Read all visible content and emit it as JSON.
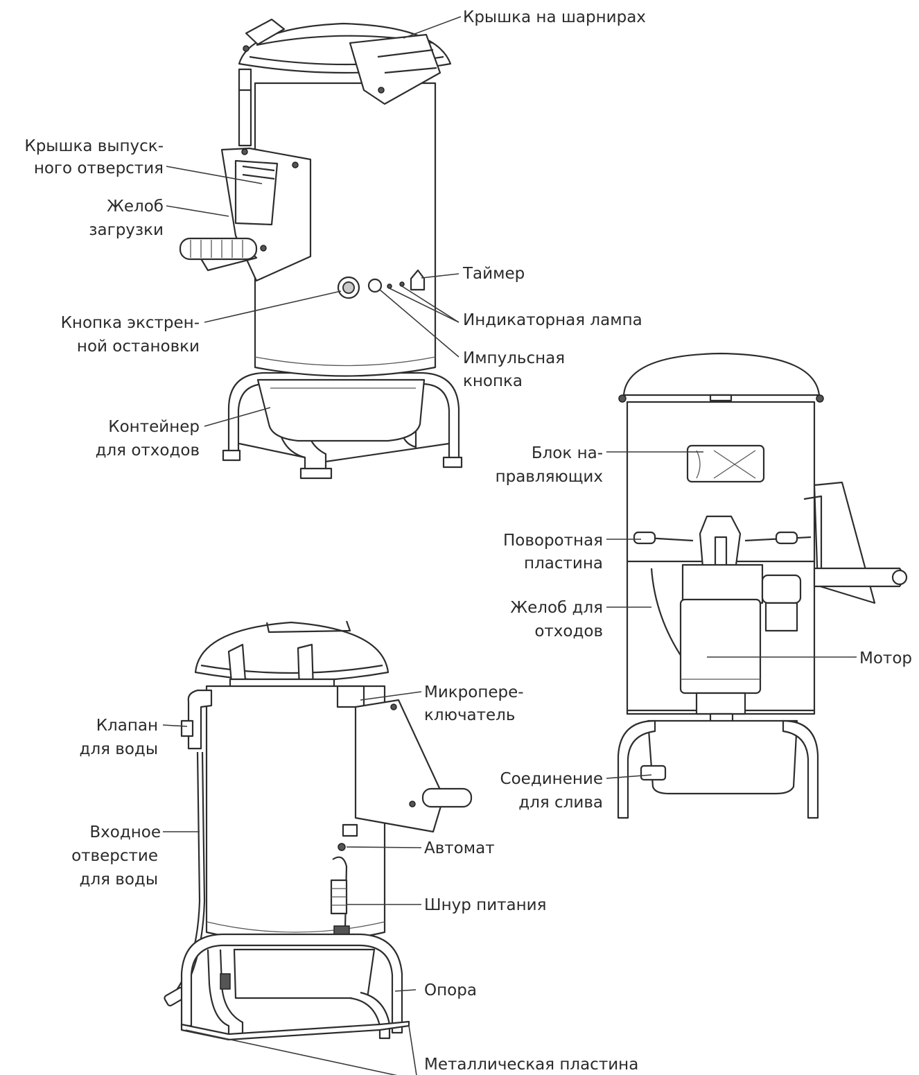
{
  "labels": {
    "hinged_lid": "Крышка на шарнирах",
    "outlet_cover_1": "Крышка выпуск-",
    "outlet_cover_2": "ного отверстия",
    "loading_chute_1": "Желоб",
    "loading_chute_2": "загрузки",
    "timer": "Таймер",
    "indicator_lamp": "Индикаторная лампа",
    "emergency_stop_1": "Кнопка экстрен-",
    "emergency_stop_2": "ной остановки",
    "pulse_button_1": "Импульсная",
    "pulse_button_2": "кнопка",
    "waste_container_1": "Контейнер",
    "waste_container_2": "для отходов",
    "guide_block_1": "Блок на-",
    "guide_block_2": "правляющих",
    "rotary_plate_1": "Поворотная",
    "rotary_plate_2": "пластина",
    "waste_chute_1": "Желоб для",
    "waste_chute_2": "отходов",
    "motor": "Мотор",
    "drain_connection_1": "Соединение",
    "drain_connection_2": "для слива",
    "microswitch_1": "Микропере-",
    "microswitch_2": "ключатель",
    "water_valve_1": "Клапан",
    "water_valve_2": "для воды",
    "water_inlet_1": "Входное",
    "water_inlet_2": "отверстие",
    "water_inlet_3": "для воды",
    "circuit_breaker": "Автомат",
    "power_cord": "Шнур питания",
    "support": "Опора",
    "metal_plate": "Металлическая пластина"
  }
}
